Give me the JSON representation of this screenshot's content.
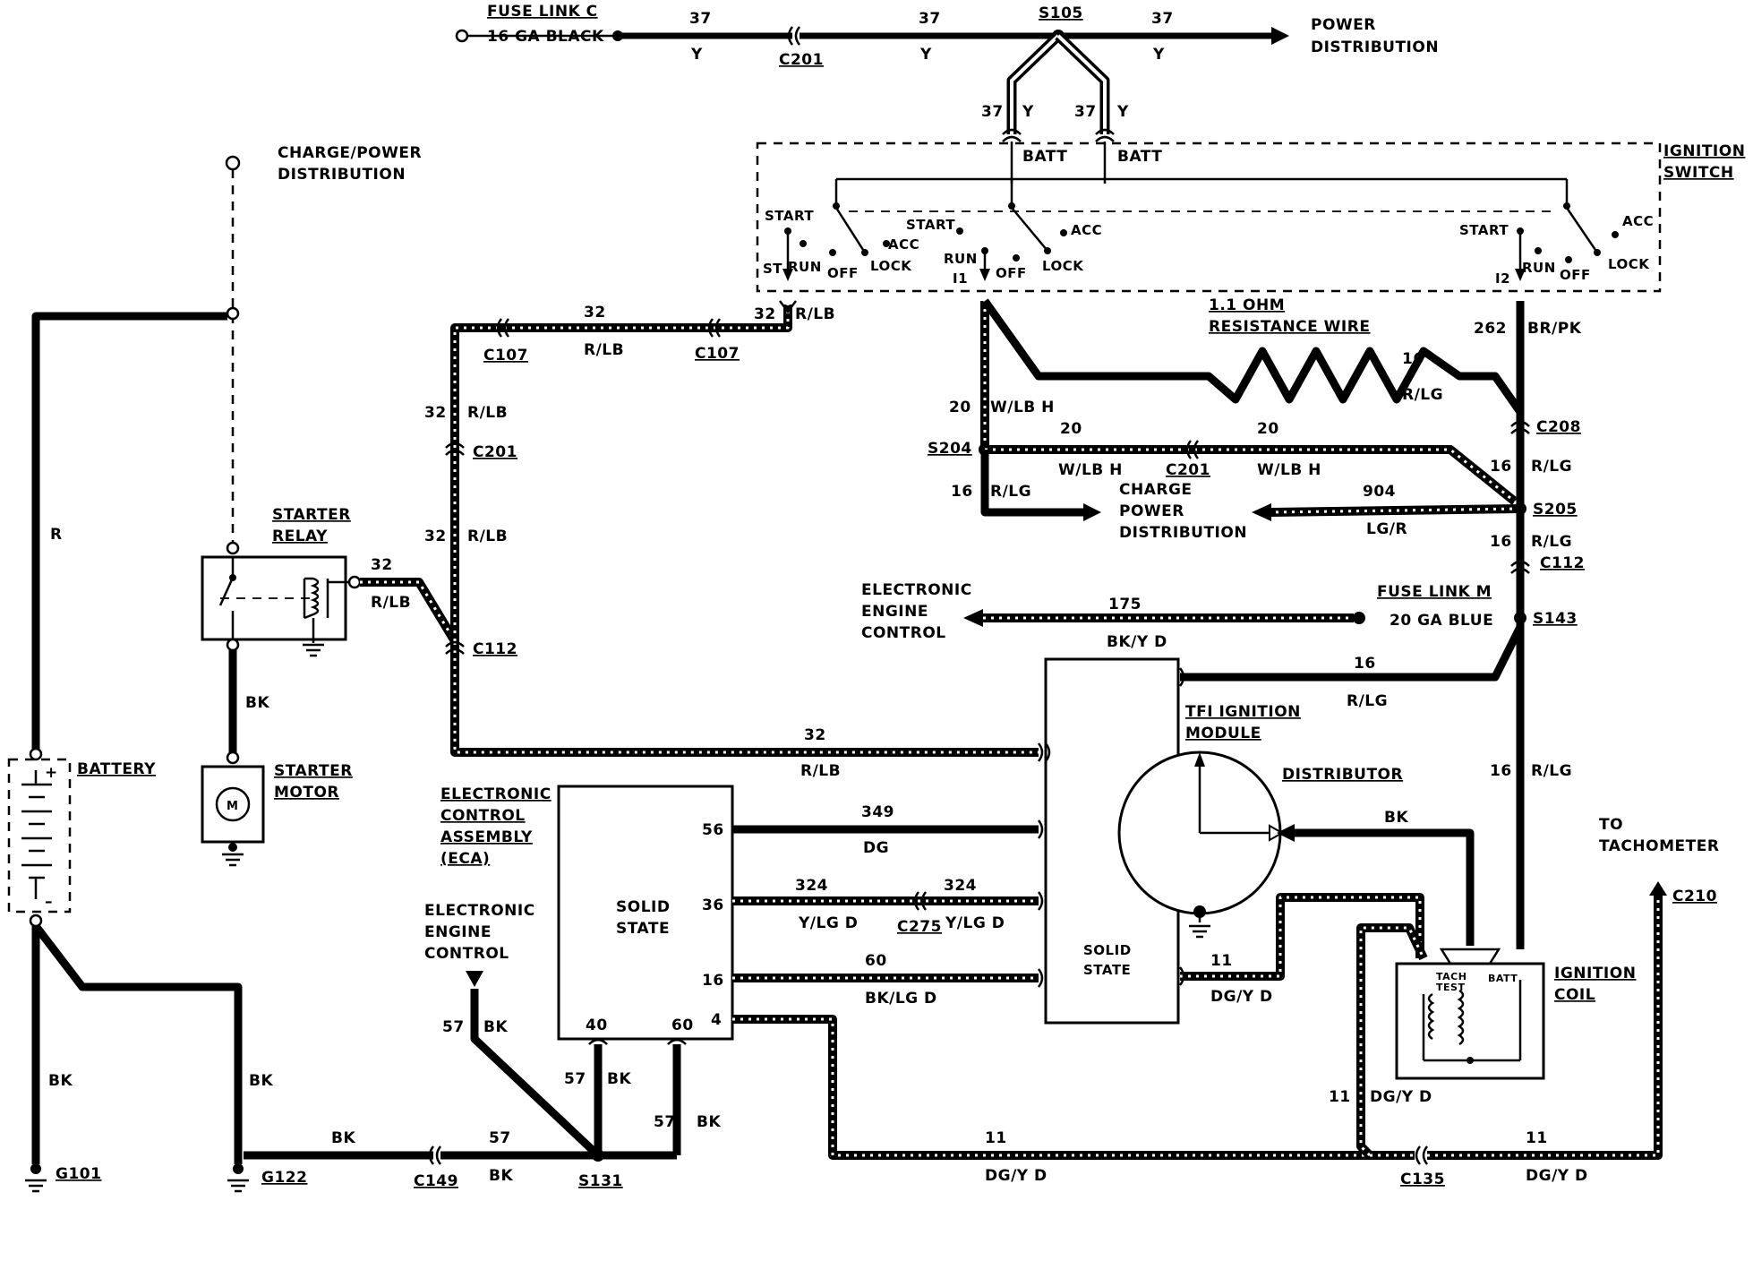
{
  "top_bus": {
    "fuse_link_c": "FUSE LINK C",
    "fuse_link_c_wire": "16 GA BLACK",
    "circuit": "37",
    "color": "Y",
    "c201": "C201",
    "s105": "S105",
    "power_distribution": [
      "POWER",
      "DISTRIBUTION"
    ],
    "batt": "BATT"
  },
  "ignition_switch": {
    "title": [
      "IGNITION",
      "SWITCH"
    ],
    "start": "START",
    "acc": "ACC",
    "st": "ST",
    "run": "RUN",
    "off": "OFF",
    "lock": "LOCK",
    "i1": "I1",
    "i2": "I2"
  },
  "charge_power_top": [
    "CHARGE/POWER",
    "DISTRIBUTION"
  ],
  "starter_circuit": {
    "num": "32",
    "color": "R/LB",
    "c107": "C107",
    "c201": "C201",
    "c112": "C112"
  },
  "resistance": {
    "label": [
      "1.1 OHM",
      "RESISTANCE WIRE"
    ],
    "num_16": "16",
    "color_rlg": "R/LG",
    "num_20": "20",
    "color_wlbh": "W/LB H",
    "s204": "S204",
    "c201": "C201",
    "charge_power": [
      "CHARGE",
      "POWER",
      "DISTRIBUTION"
    ],
    "num_904": "904",
    "color_lgr": "LG/R",
    "num_262": "262",
    "color_brpk": "BR/PK",
    "c208": "C208",
    "s205": "S205",
    "c112": "C112",
    "s143": "S143",
    "fuse_link_m": "FUSE LINK M",
    "fuse_link_m_wire": "20 GA BLUE"
  },
  "eec": {
    "label": [
      "ELECTRONIC",
      "ENGINE",
      "CONTROL"
    ],
    "num": "175",
    "color": "BK/Y D"
  },
  "battery": {
    "label": "BATTERY",
    "wire_r": "R",
    "wire_bk": "BK",
    "plus": "+",
    "minus": "–",
    "g101": "G101",
    "g122": "G122"
  },
  "starter": {
    "relay": [
      "STARTER",
      "RELAY"
    ],
    "motor": [
      "STARTER",
      "MOTOR"
    ],
    "m": "M",
    "bk": "BK"
  },
  "tfi": {
    "label": [
      "TFI IGNITION",
      "MODULE"
    ],
    "solid_state": [
      "SOLID",
      "STATE"
    ],
    "distributor": "DISTRIBUTOR",
    "bk": "BK",
    "num_11": "11",
    "color_dgy": "DG/Y D"
  },
  "eca": {
    "label": [
      "ELECTRONIC",
      "CONTROL",
      "ASSEMBLY",
      "(ECA)"
    ],
    "solid_state": [
      "SOLID",
      "STATE"
    ],
    "pin56": "56",
    "pin36": "36",
    "pin16": "16",
    "pin4": "4",
    "pin40": "40",
    "pin60": "60",
    "w349": "349",
    "dg": "DG",
    "w324": "324",
    "ylgd": "Y/LG D",
    "c275": "C275",
    "w60": "60",
    "bklgd": "BK/LG D",
    "eec_label": [
      "ELECTRONIC",
      "ENGINE",
      "CONTROL"
    ],
    "w57": "57",
    "bk": "BK",
    "c149": "C149",
    "s131": "S131"
  },
  "coil": {
    "label": [
      "IGNITION",
      "COIL"
    ],
    "tach_test": [
      "TACH",
      "TEST"
    ],
    "batt": "BATT",
    "to_tach": [
      "TO",
      "TACHOMETER"
    ],
    "c210": "C210",
    "c135": "C135",
    "w11": "11",
    "dgy": "DG/Y D",
    "w16": "16",
    "rlg": "R/LG"
  }
}
